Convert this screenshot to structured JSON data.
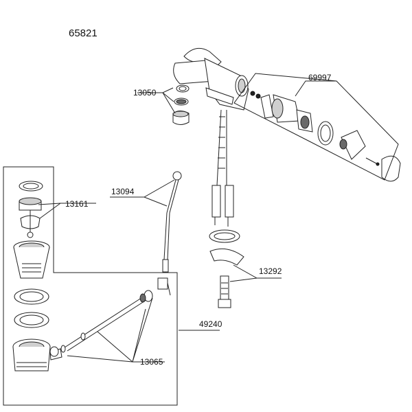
{
  "diagram": {
    "title": "65821",
    "labels": {
      "p13050": "13050",
      "p69997": "69997",
      "p13094": "13094",
      "p13161": "13161",
      "p13292": "13292",
      "p49240": "49240",
      "p13065": "13065"
    }
  }
}
